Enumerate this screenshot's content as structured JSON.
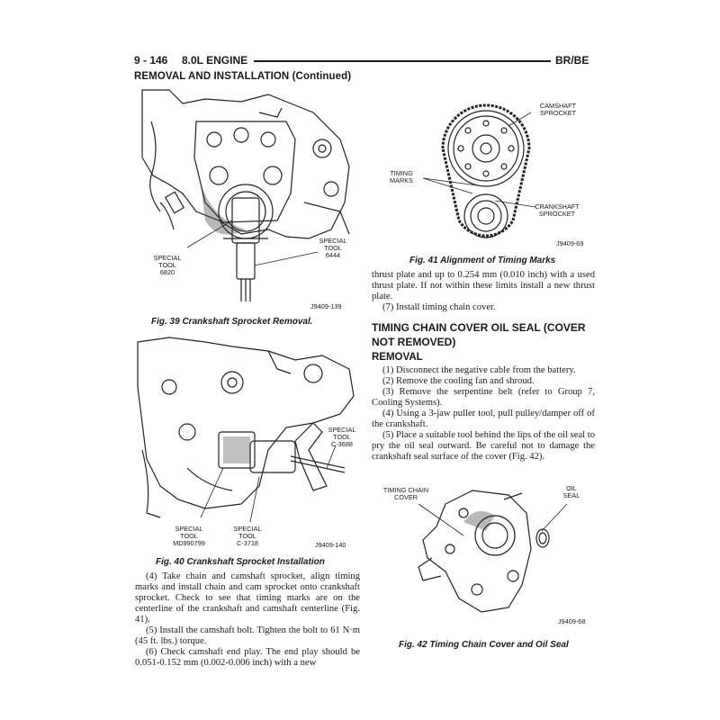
{
  "header": {
    "page_number": "9 - 146",
    "section": "8.0L ENGINE",
    "model": "BR/BE"
  },
  "section_title": "REMOVAL AND INSTALLATION (Continued)",
  "fig39": {
    "caption": "Fig. 39 Crankshaft Sprocket Removal.",
    "label_tool_a": [
      "SPECIAL",
      "TOOL",
      "6820"
    ],
    "label_tool_b": [
      "SPECIAL",
      "TOOL",
      "6444"
    ],
    "id": "J9409-139"
  },
  "fig40": {
    "caption": "Fig. 40 Crankshaft Sprocket Installation",
    "label_tool_a": [
      "SPECIAL",
      "TOOL",
      "C-3688"
    ],
    "label_tool_b": [
      "SPECIAL",
      "TOOL",
      "MD990799"
    ],
    "label_tool_c": [
      "SPECIAL",
      "TOOL",
      "C-3718"
    ],
    "id": "J9409-140"
  },
  "fig41": {
    "caption": "Fig. 41 Alignment of Timing Marks",
    "label_cam": [
      "CAMSHAFT",
      "SPROCKET"
    ],
    "label_marks": [
      "TIMING",
      "MARKS"
    ],
    "label_crank": [
      "CRANKSHAFT",
      "SPROCKET"
    ],
    "id": "J9409-69"
  },
  "fig42": {
    "caption": "Fig. 42 Timing Chain Cover and Oil Seal",
    "label_cover": [
      "TIMING CHAIN",
      "COVER"
    ],
    "label_seal": [
      "OIL",
      "SEAL"
    ],
    "id": "J9409-68"
  },
  "left_text": [
    "(4) Take chain and camshaft sprocket, align timing marks and install chain and cam sprocket onto crankshaft sprocket. Check to see that timing marks are on the centerline of the crankshaft and camshaft centerline (Fig. 41).",
    "(5) Install the camshaft bolt. Tighten the bolt to 61 N·m (45 ft. lbs.) torque.",
    "(6) Check camshaft end play. The end play should be 0.051-0.152 mm (0.002-0.006 inch) with a new"
  ],
  "right_text_top": [
    "thrust plate and up to 0.254 mm (0.010 inch) with a used thrust plate. If not within these limits install a new thrust plate.",
    "(7) Install timing chain cover."
  ],
  "oil_seal_title": "TIMING CHAIN COVER OIL SEAL (COVER NOT REMOVED)",
  "removal_title": "REMOVAL",
  "removal_steps": [
    "(1) Disconnect the negative cable from the battery.",
    "(2) Remove the cooling fan and shroud.",
    "(3) Remove the serpentine belt (refer to Group 7, Cooling Systems).",
    "(4) Using a 3-jaw puller tool, pull pulley/damper off of the crankshaft.",
    "(5) Place a suitable tool behind the lips of the oil seal to pry the oil seal outward. Be careful not to damage the crankshaft seal surface of the cover (Fig. 42)."
  ]
}
